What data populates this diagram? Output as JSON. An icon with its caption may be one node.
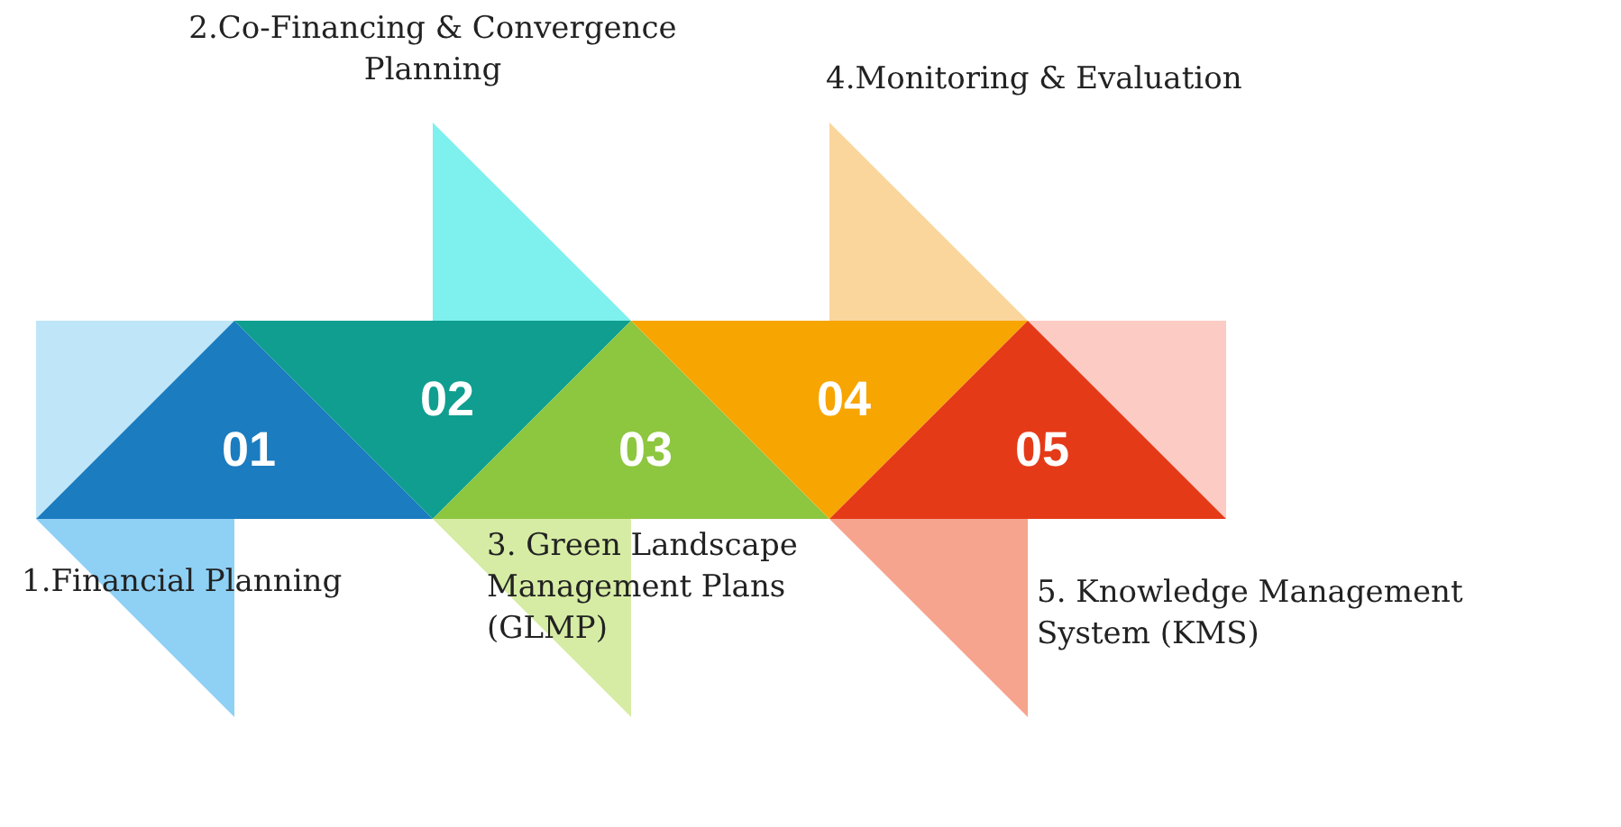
{
  "diagram": {
    "nodes": [
      {
        "text": [
          "01"
        ],
        "beside": [
          "1.Financial Planning"
        ]
      },
      {
        "text": [
          "02"
        ]
      },
      {
        "text": [
          "03"
        ],
        "beside": [
          "3. Green Landscape Management Plans (GLMP)"
        ]
      },
      {
        "text": [
          "04"
        ]
      },
      {
        "text": [
          "05"
        ],
        "beside": [
          "5. Knowledge Management System (KMS)"
        ]
      }
    ],
    "labels": [
      "2.Co-Financing & Convergence Planning",
      "4.Monitoring & Evaluation"
    ]
  }
}
